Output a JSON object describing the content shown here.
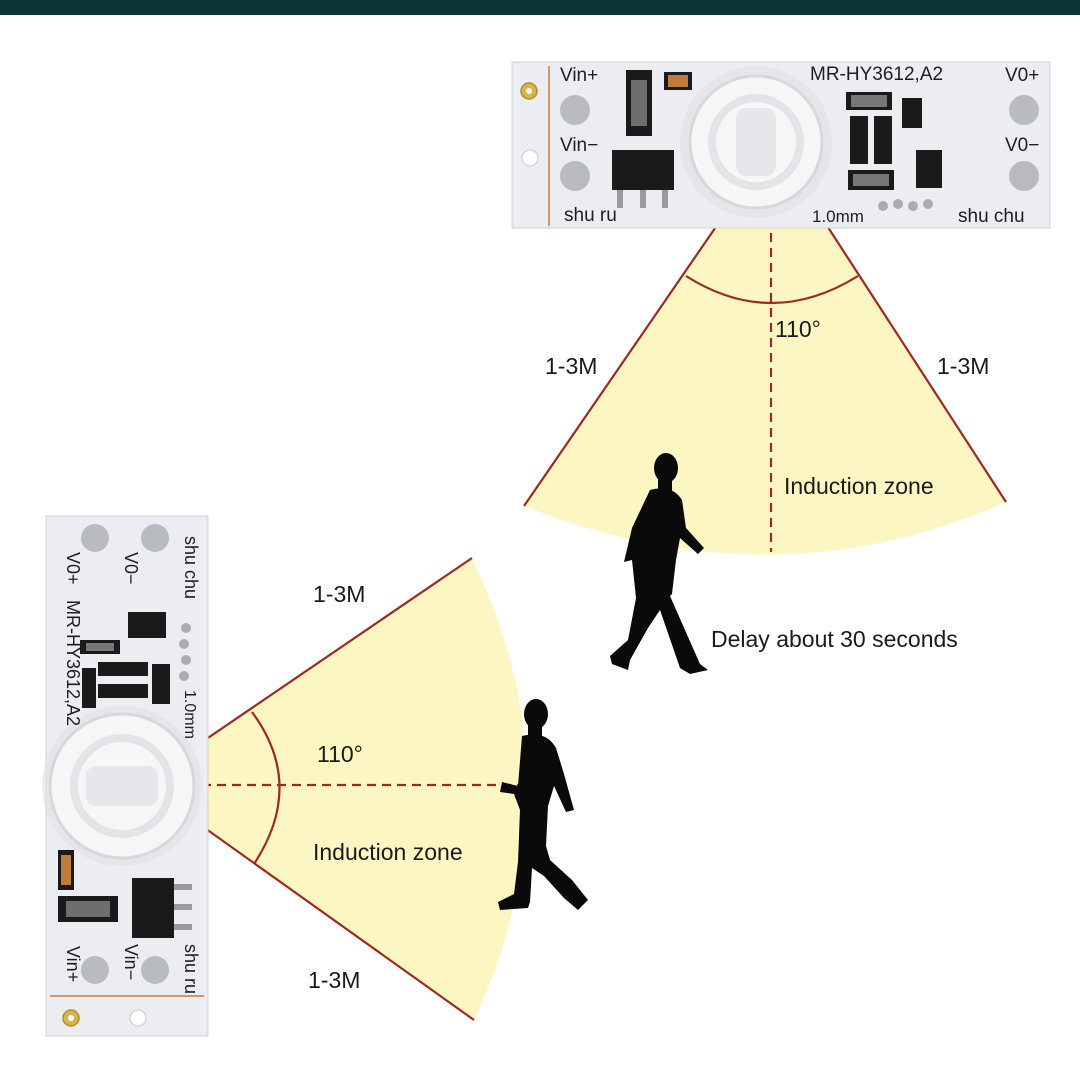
{
  "colors": {
    "top_bar": "#0c3336",
    "zone_fill": "#fcf6c2",
    "boundary_line": "#9c2a22",
    "board": "#ecedf1",
    "silhouette": "#0a0a0a"
  },
  "icons": [
    "person-walking-icon",
    "pir-lens-icon"
  ],
  "board_top": {
    "model": "MR-HY3612,A2",
    "vin_plus": "Vin+",
    "vin_minus": "Vin−",
    "vo_plus": "V0+",
    "vo_minus": "V0−",
    "shu_ru": "shu ru",
    "shu_chu": "shu chu",
    "thickness": "1.0mm"
  },
  "board_left": {
    "model": "MR-HY3612,A2",
    "vin_plus": "Vin+",
    "vin_minus": "Vin−",
    "vo_plus": "V0+",
    "vo_minus": "V0−",
    "shu_ru": "shu ru",
    "shu_chu": "shu chu",
    "thickness": "1.0mm"
  },
  "diagram_top": {
    "range_left": "1-3M",
    "range_right": "1-3M",
    "angle": "110°",
    "zone": "Induction zone",
    "delay": "Delay about 30 seconds"
  },
  "diagram_left": {
    "range_top": "1-3M",
    "range_bottom": "1-3M",
    "angle": "110°",
    "zone": "Induction zone"
  }
}
